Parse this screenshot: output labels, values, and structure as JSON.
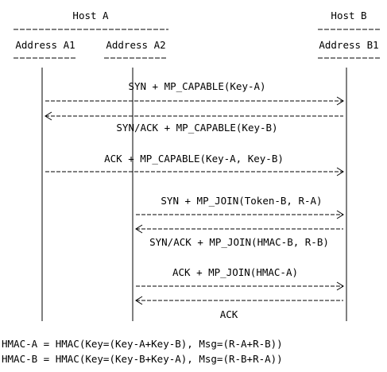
{
  "hosts": {
    "a_title": "Host A",
    "b_title": "Host B",
    "a1_label": "Address A1",
    "a2_label": "Address A2",
    "b1_label": "Address B1"
  },
  "messages": [
    {
      "label": "SYN + MP_CAPABLE(Key-A)",
      "direction": "right",
      "from": "A1",
      "to": "B1"
    },
    {
      "label": "SYN/ACK + MP_CAPABLE(Key-B)",
      "direction": "left",
      "from": "B1",
      "to": "A1"
    },
    {
      "label": "ACK + MP_CAPABLE(Key-A, Key-B)",
      "direction": "right",
      "from": "A1",
      "to": "B1"
    },
    {
      "label": "SYN + MP_JOIN(Token-B, R-A)",
      "direction": "right",
      "from": "A2",
      "to": "B1"
    },
    {
      "label": "SYN/ACK + MP_JOIN(HMAC-B, R-B)",
      "direction": "left",
      "from": "B1",
      "to": "A2"
    },
    {
      "label": "ACK + MP_JOIN(HMAC-A)",
      "direction": "right",
      "from": "A2",
      "to": "B1"
    },
    {
      "label": "ACK",
      "direction": "left",
      "from": "B1",
      "to": "A2"
    }
  ],
  "formulas": {
    "hmac_a": "HMAC-A = HMAC(Key=(Key-A+Key-B), Msg=(R-A+R-B))",
    "hmac_b": "HMAC-B = HMAC(Key=(Key-B+Key-A), Msg=(R-B+R-A))"
  },
  "colors": {
    "ink": "#000000",
    "background": "#ffffff"
  }
}
